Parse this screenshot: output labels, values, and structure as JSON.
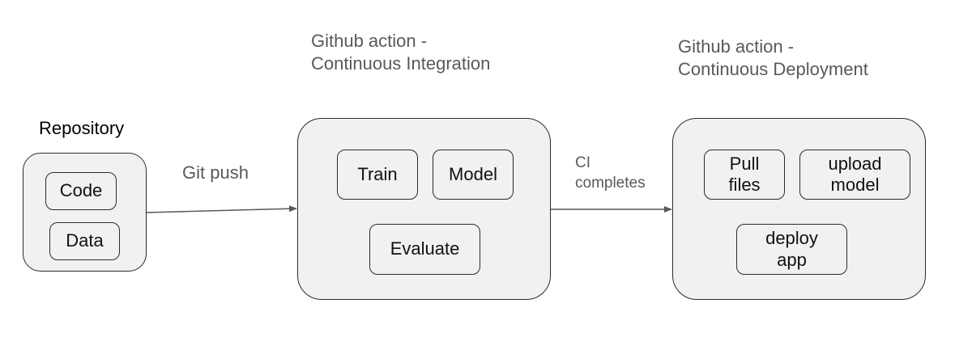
{
  "repository": {
    "title": "Repository",
    "items": [
      "Code",
      "Data"
    ]
  },
  "ci": {
    "title_line1": "Github action -",
    "title_line2": "Continuous Integration",
    "items": [
      "Train",
      "Model",
      "Evaluate"
    ]
  },
  "cd": {
    "title_line1": "Github action -",
    "title_line2": "Continuous Deployment",
    "items": [
      {
        "line1": "Pull",
        "line2": "files"
      },
      {
        "line1": "upload",
        "line2": "model"
      },
      {
        "line1": "deploy",
        "line2": "app"
      }
    ]
  },
  "arrows": {
    "git_push": "Git push",
    "ci_completes_line1": "CI",
    "ci_completes_line2": "completes"
  },
  "colors": {
    "box_fill": "#f1f1f1",
    "stroke": "#2b2b2b",
    "label_gray": "#595959",
    "arrow": "#595959"
  }
}
